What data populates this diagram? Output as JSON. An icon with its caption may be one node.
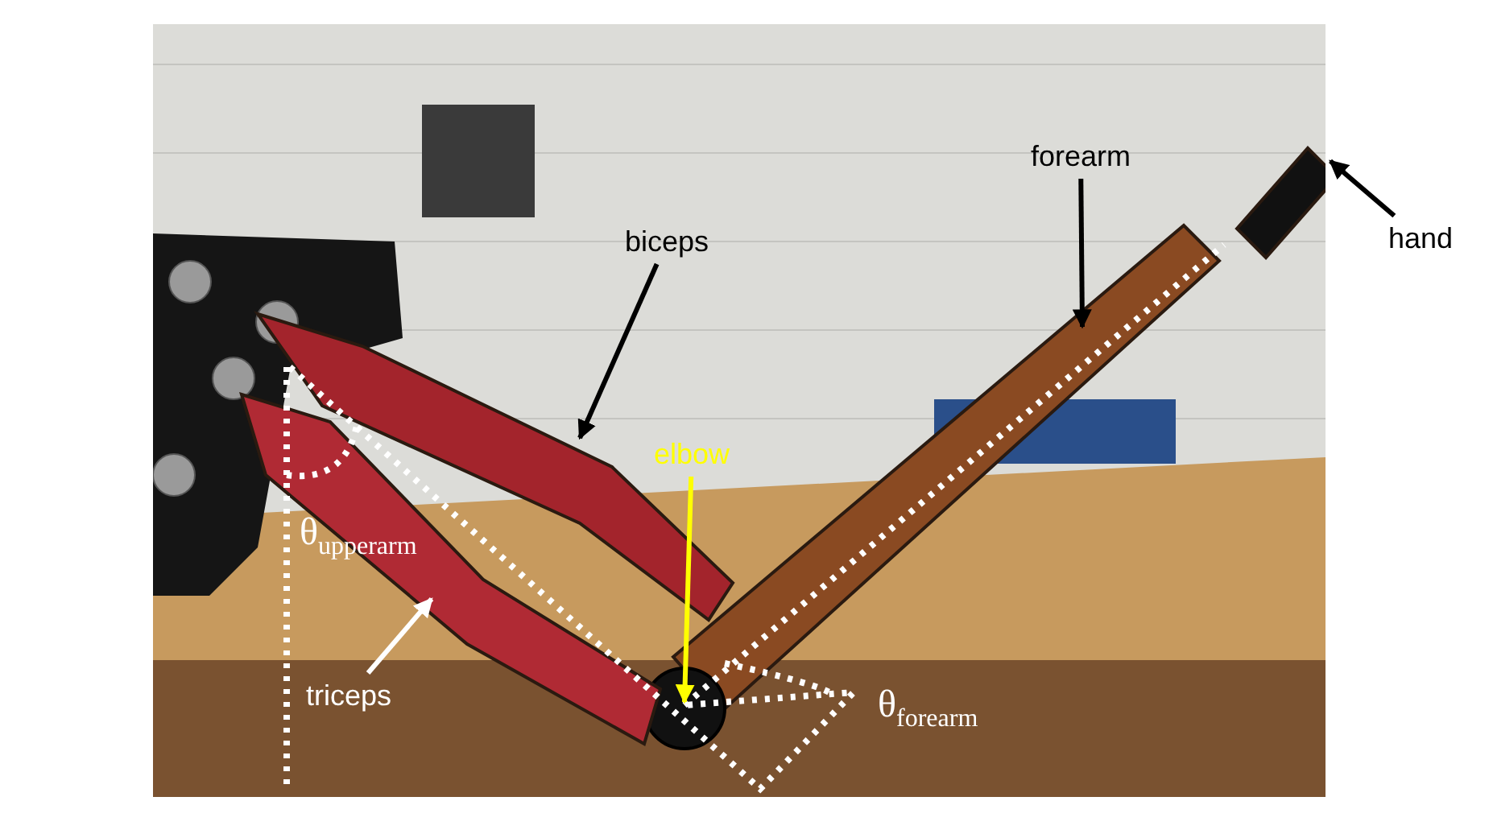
{
  "diagram": {
    "nodes": [
      {
        "text": [],
        "shape": "picture"
      },
      {
        "text": [
          "forearm"
        ],
        "in": 0
      },
      {
        "text": [
          "hand"
        ]
      },
      {
        "text": [
          "biceps"
        ],
        "in": 0
      },
      {
        "text": [
          "elbow"
        ],
        "in": 0
      },
      {
        "text": [
          "triceps"
        ],
        "in": 0
      },
      {
        "text": [],
        "shape": "picture",
        "in": 0
      },
      {
        "text": [],
        "shape": "picture",
        "in": 0
      },
      {
        "text": [],
        "shape": "picture",
        "in": 0
      },
      {
        "text": [],
        "shape": "circle",
        "in": 0
      },
      {
        "text": [],
        "shape": "picture",
        "in": 0
      }
    ],
    "edges": [
      {
        "from": 1,
        "to": 6,
        "arrow": "to"
      },
      {
        "from": 2,
        "to": 7,
        "arrow": "to"
      },
      {
        "from": 3,
        "to": 8,
        "arrow": "to"
      },
      {
        "from": 4,
        "to": 9,
        "arrow": "to",
        "color": "#ffff00"
      },
      {
        "from": 5,
        "to": 10,
        "arrow": "to",
        "color": "#ffffff"
      }
    ],
    "labels": [
      "θ$_{upperarm}$",
      "θ$_{forearm}$"
    ]
  }
}
